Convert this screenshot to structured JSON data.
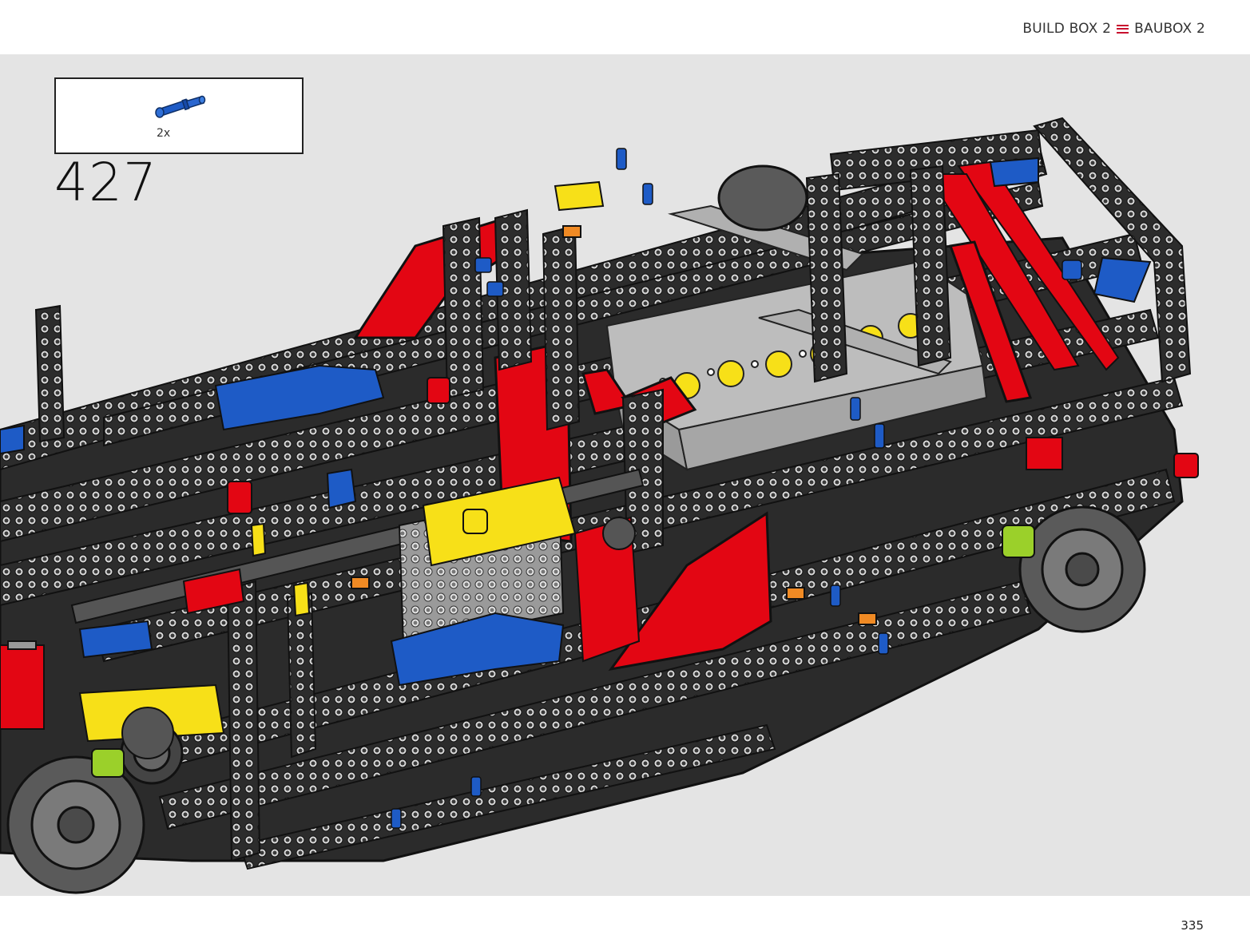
{
  "header": {
    "build_box_en": "BUILD BOX 2",
    "build_box_de": "BAUBOX 2",
    "separator_icon": "menu-icon",
    "accent_color": "#c8102e"
  },
  "step": {
    "number": "427",
    "parts": [
      {
        "name": "blue-axle-pin-icon",
        "quantity": "2x",
        "color": "#1e5bc6"
      }
    ]
  },
  "illustration": {
    "subject": "technic-car-chassis-icon",
    "colors": {
      "beam": "#2a2a2a",
      "light_gray": "#a8a8a8",
      "red": "#e30613",
      "blue": "#1e5bc6",
      "yellow": "#f7e018",
      "orange": "#f08a24",
      "background": "#e4e4e4"
    }
  },
  "footer": {
    "page_number": "335"
  }
}
